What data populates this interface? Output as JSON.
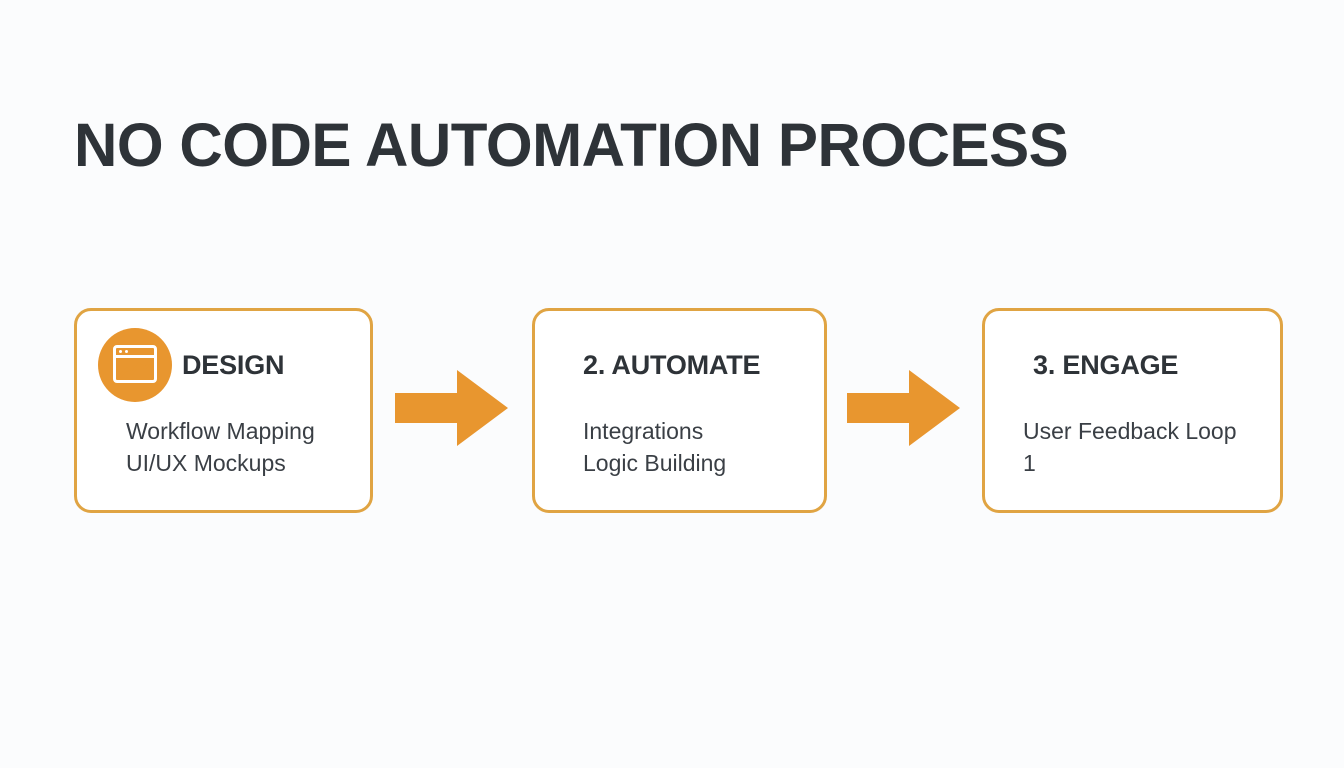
{
  "slide": {
    "title": "NO CODE AUTOMATION PROCESS",
    "background_color": "#fbfcfd",
    "accent_color": "#e8962f",
    "border_color": "#e0a443",
    "title_color": "#2e3338",
    "body_text_color": "#3a3f45"
  },
  "steps": [
    {
      "heading": "DESIGN",
      "icon": "browser-chart-icon",
      "lines": [
        "Workflow Mapping",
        "UI/UX Mockups"
      ]
    },
    {
      "heading": "2. AUTOMATE",
      "lines": [
        "Integrations",
        "Logic Building"
      ]
    },
    {
      "heading": "3. ENGAGE",
      "lines": [
        "User Feedback Loop",
        "1"
      ]
    }
  ],
  "connectors": [
    {
      "label": "arrow-right"
    },
    {
      "label": "arrow-right"
    }
  ]
}
